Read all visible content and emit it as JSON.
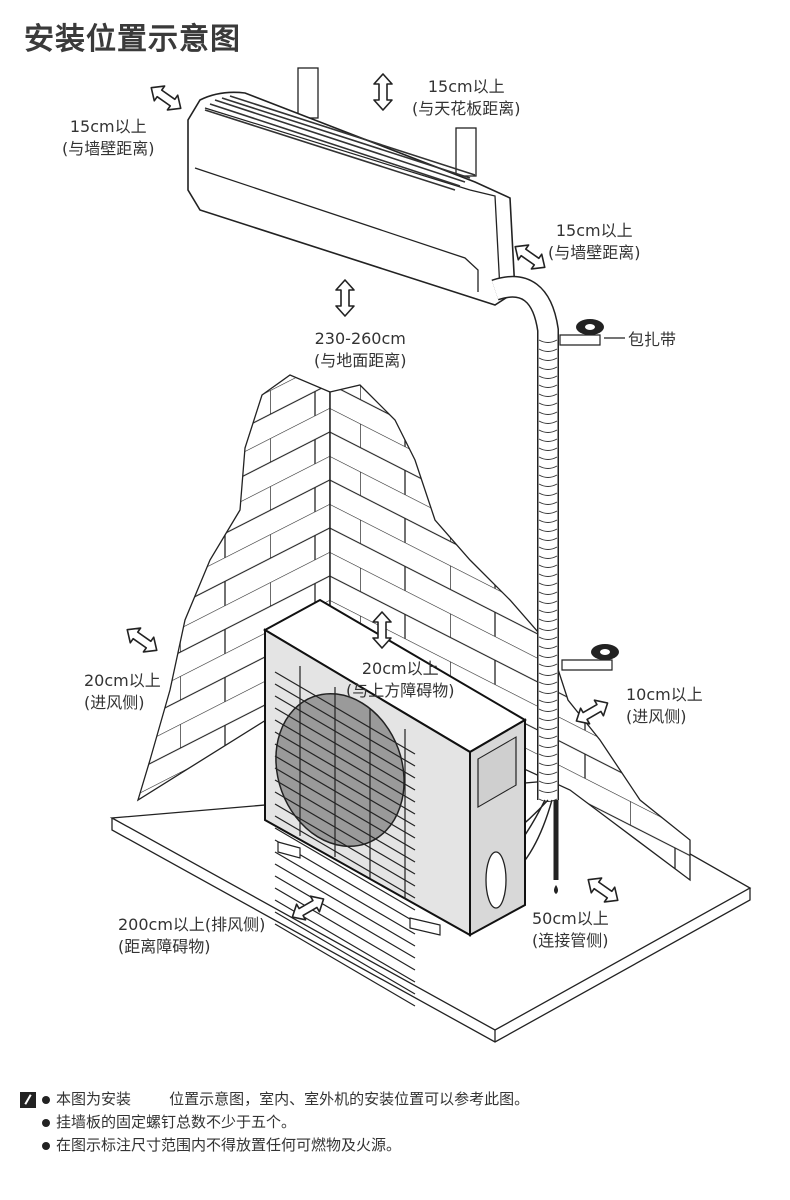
{
  "title": "安装位置示意图",
  "labels": {
    "wall_left": {
      "value": "15cm以上",
      "note": "(与墙壁距离)"
    },
    "ceiling": {
      "value": "15cm以上",
      "note": "(与天花板距离)"
    },
    "wall_right": {
      "value": "15cm以上",
      "note": "(与墙壁距离)"
    },
    "tape": "包扎带",
    "floor": {
      "value": "230-260cm",
      "note": "(与地面距离)"
    },
    "intake_left": {
      "value": "20cm以上",
      "note": "(进风侧)"
    },
    "top_obstacle": {
      "value": "20cm以上",
      "note": "(与上方障碍物)"
    },
    "intake_right": {
      "value": "10cm以上",
      "note": "(进风侧)"
    },
    "exhaust": {
      "value": "200cm以上(排风侧)",
      "note": "(距离障碍物)"
    },
    "pipe_side": {
      "value": "50cm以上",
      "note": "(连接管侧)"
    }
  },
  "notes": [
    "本图为安装        位置示意图，室内、室外机的安装位置可以参考此图。",
    "挂墙板的固定螺钉总数不少于五个。",
    "在图示标注尺寸范围内不得放置任何可燃物及火源。"
  ],
  "icons": {
    "note": "pencil-note-icon",
    "arrow": "double-arrow-icon"
  }
}
